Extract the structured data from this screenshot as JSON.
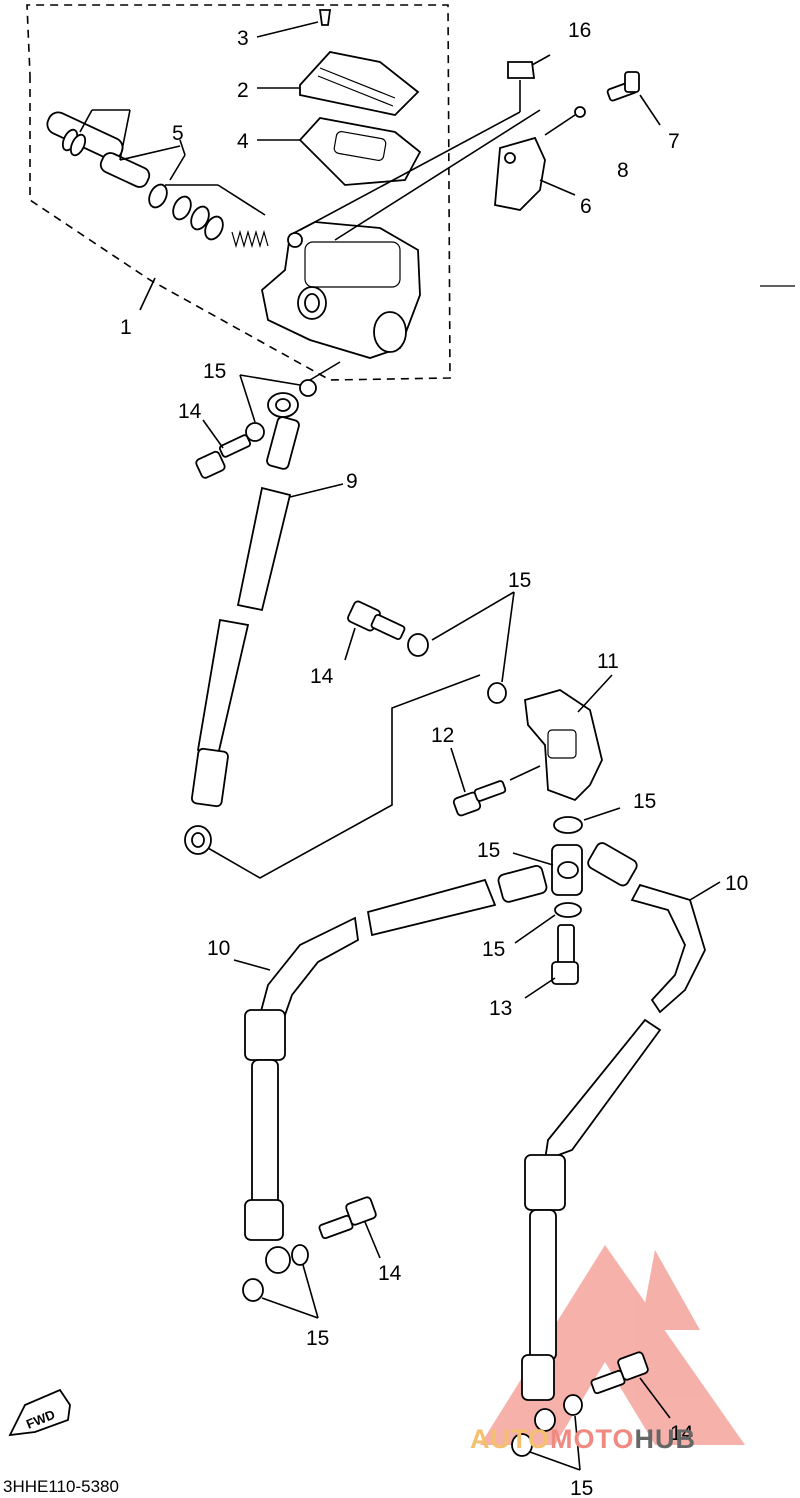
{
  "diagram_code": "3HHE110-5380",
  "fwd_label": "FWD",
  "watermark": {
    "part1": "AUTO",
    "part2": "MOTO",
    "part3": "HUB",
    "color_primary": "#f08a80",
    "color_secondary": "#f4c070",
    "color_dark": "#555555"
  },
  "callouts": {
    "c1": "1",
    "c2": "2",
    "c3": "3",
    "c4": "4",
    "c5": "5",
    "c6": "6",
    "c7": "7",
    "c8": "8",
    "c9": "9",
    "c10a": "10",
    "c10b": "10",
    "c11": "11",
    "c12": "12",
    "c13": "13",
    "c14a": "14",
    "c14b": "14",
    "c14c": "14",
    "c14d": "14",
    "c15a": "15",
    "c15b": "15",
    "c15c": "15",
    "c15d": "15",
    "c15e": "15",
    "c15f": "15",
    "c15g": "15",
    "c16": "16"
  }
}
